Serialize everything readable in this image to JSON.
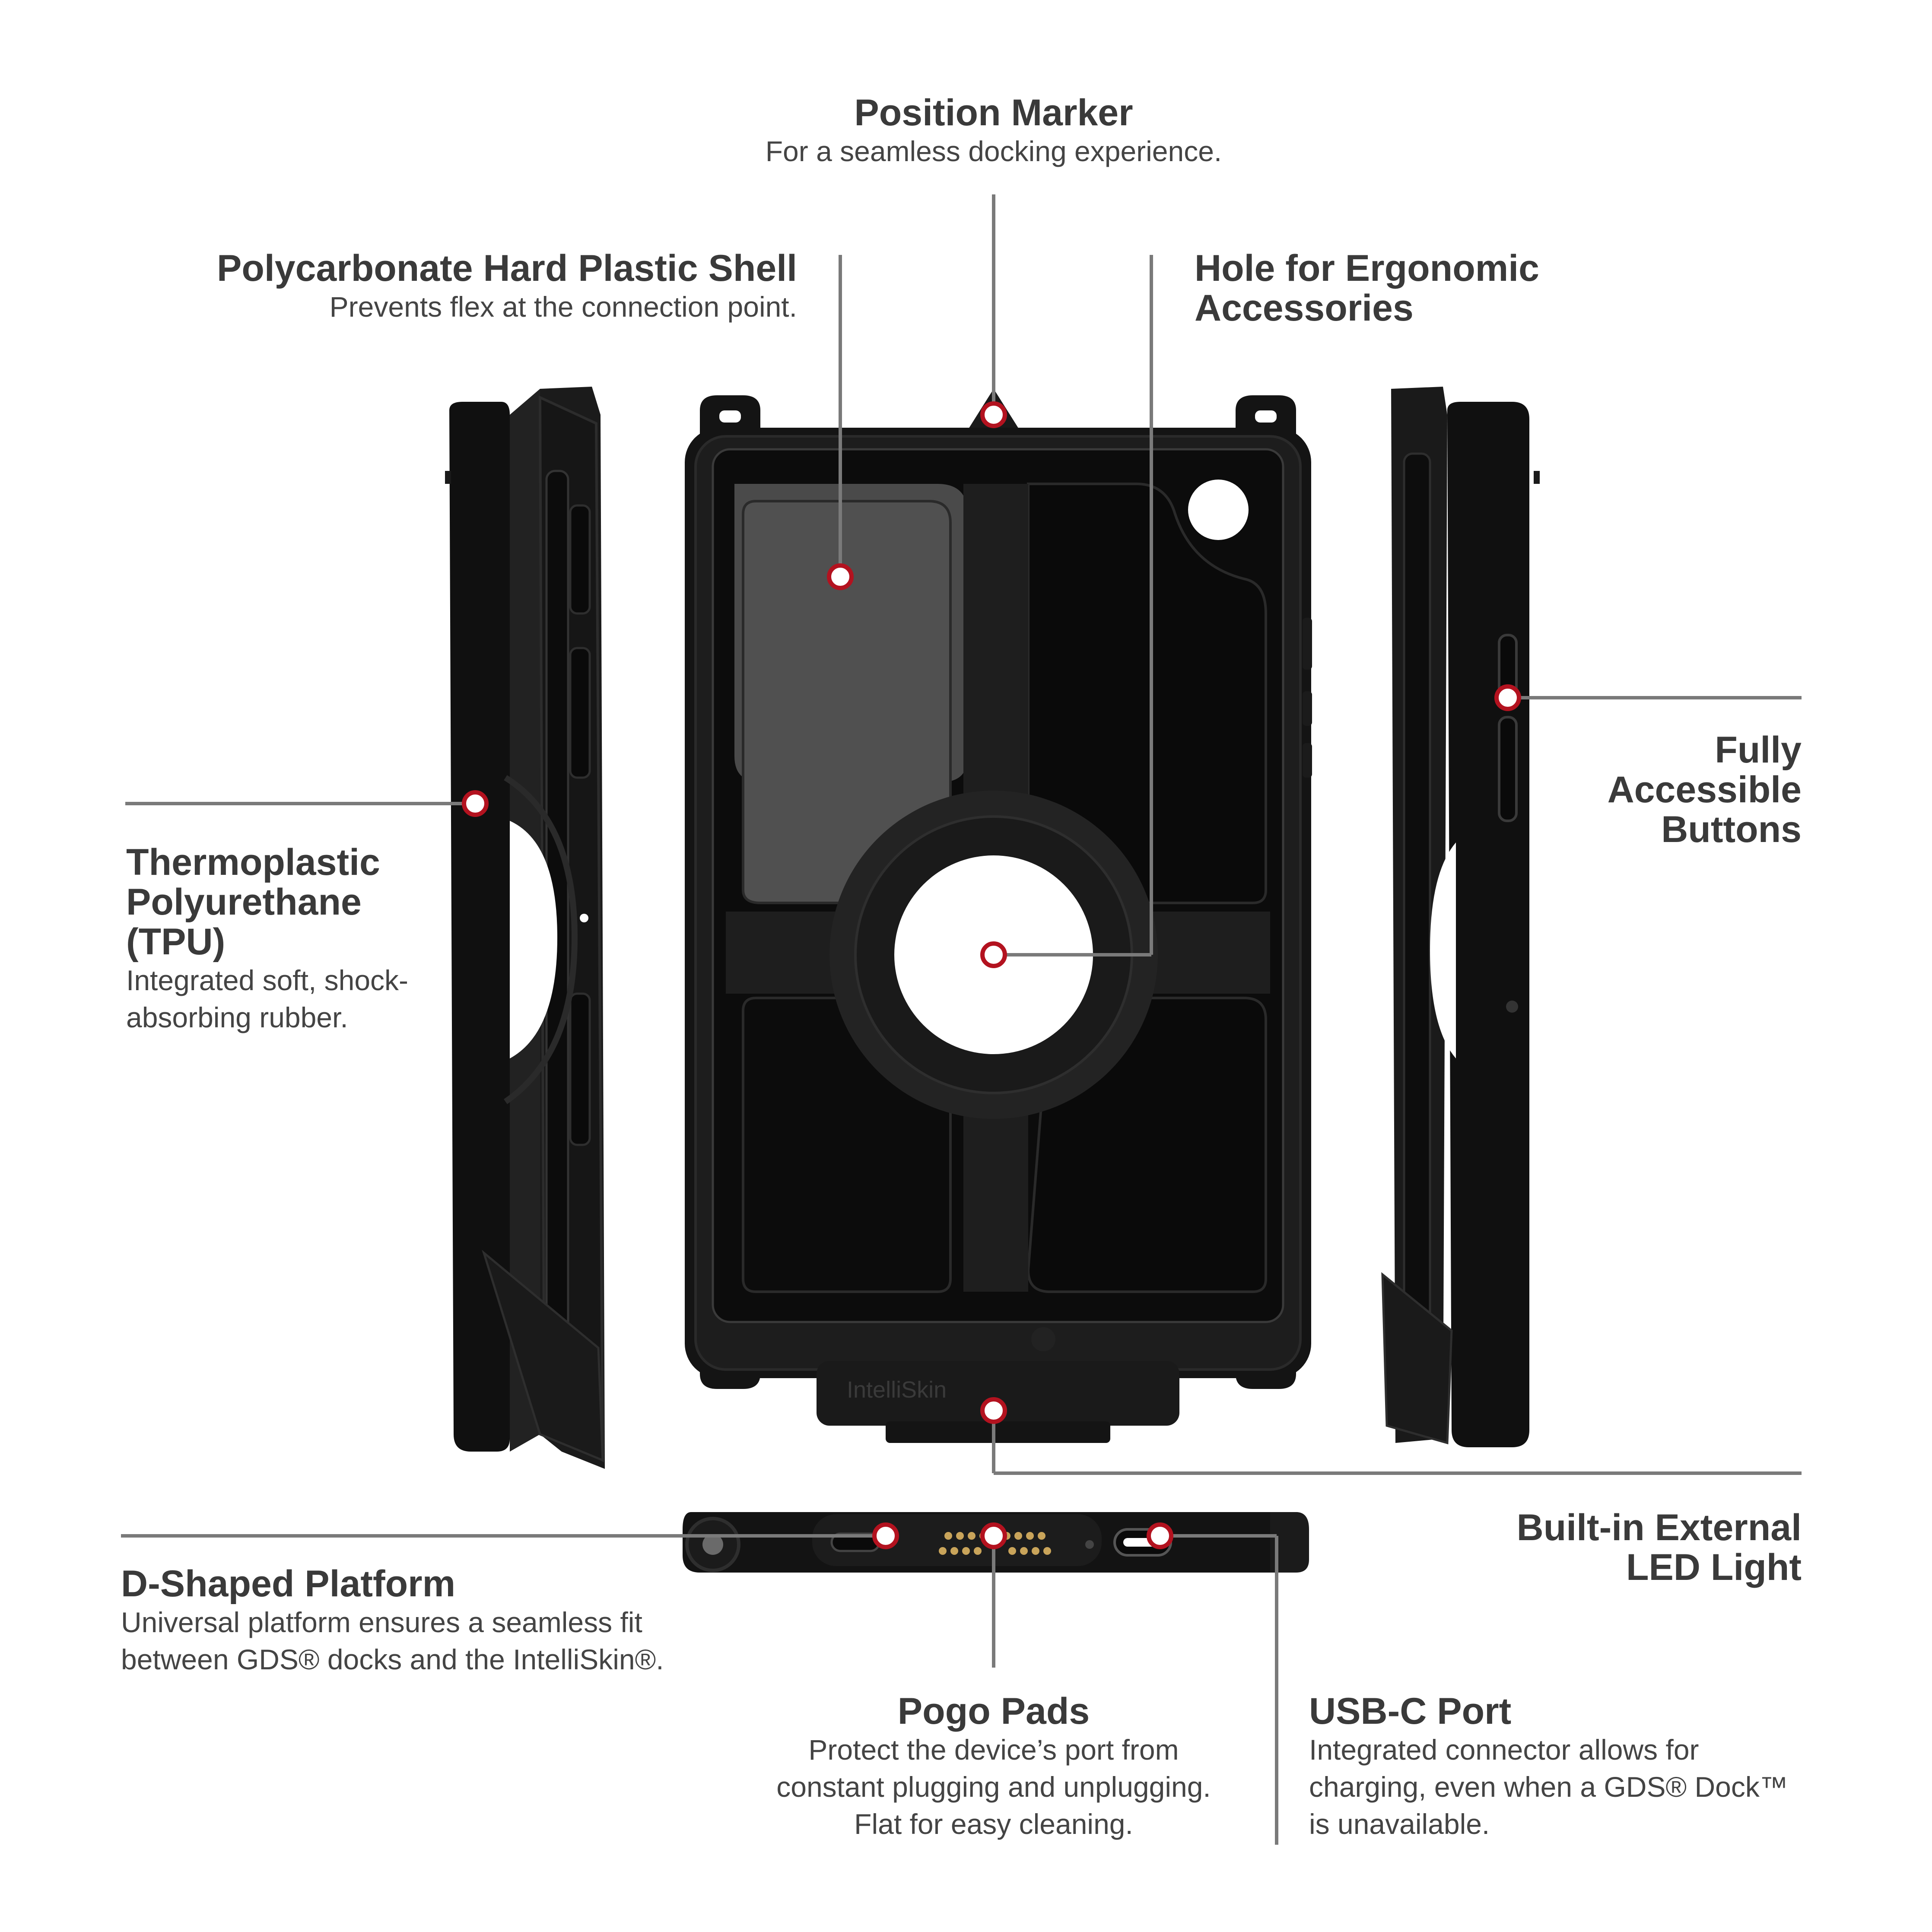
{
  "colors": {
    "leader_line": "#7a7a7a",
    "marker_ring": "#b3121f",
    "case_dark": "#111111",
    "case_mid": "#1e1e1e",
    "case_edge": "#2c2c2c",
    "text": "#3a3a3a",
    "pogo_gold": "#c9a45a"
  },
  "callouts": {
    "position_marker": {
      "title": "Position Marker",
      "desc": "For a seamless docking experience."
    },
    "polycarbonate_shell": {
      "title": "Polycarbonate Hard Plastic Shell",
      "desc": "Prevents flex at the connection point."
    },
    "ergonomic_hole": {
      "title_line1": "Hole for Ergonomic",
      "title_line2": "Accessories"
    },
    "tpu": {
      "title_line1": "Thermoplastic",
      "title_line2": "Polyurethane",
      "title_line3": "(TPU)",
      "desc_line1": "Integrated soft, shock-",
      "desc_line2": "absorbing rubber."
    },
    "buttons": {
      "title_line1": "Fully",
      "title_line2": "Accessible",
      "title_line3": "Buttons"
    },
    "led_light": {
      "title_line1": "Built-in External",
      "title_line2": "LED Light"
    },
    "d_shaped": {
      "title": "D-Shaped Platform",
      "desc_line1": "Universal platform ensures a seamless fit",
      "desc_line2": "between GDS® docks and the IntelliSkin®."
    },
    "pogo": {
      "title": "Pogo Pads",
      "desc_line1": "Protect the device’s port from",
      "desc_line2": "constant plugging and unplugging.",
      "desc_line3": "Flat for easy cleaning."
    },
    "usbc": {
      "title": "USB-C Port",
      "desc_line1": "Integrated connector allows for",
      "desc_line2": "charging, even when a GDS® Dock™",
      "desc_line3": "is unavailable."
    }
  },
  "product": {
    "brand_text": "IntelliSkin"
  }
}
